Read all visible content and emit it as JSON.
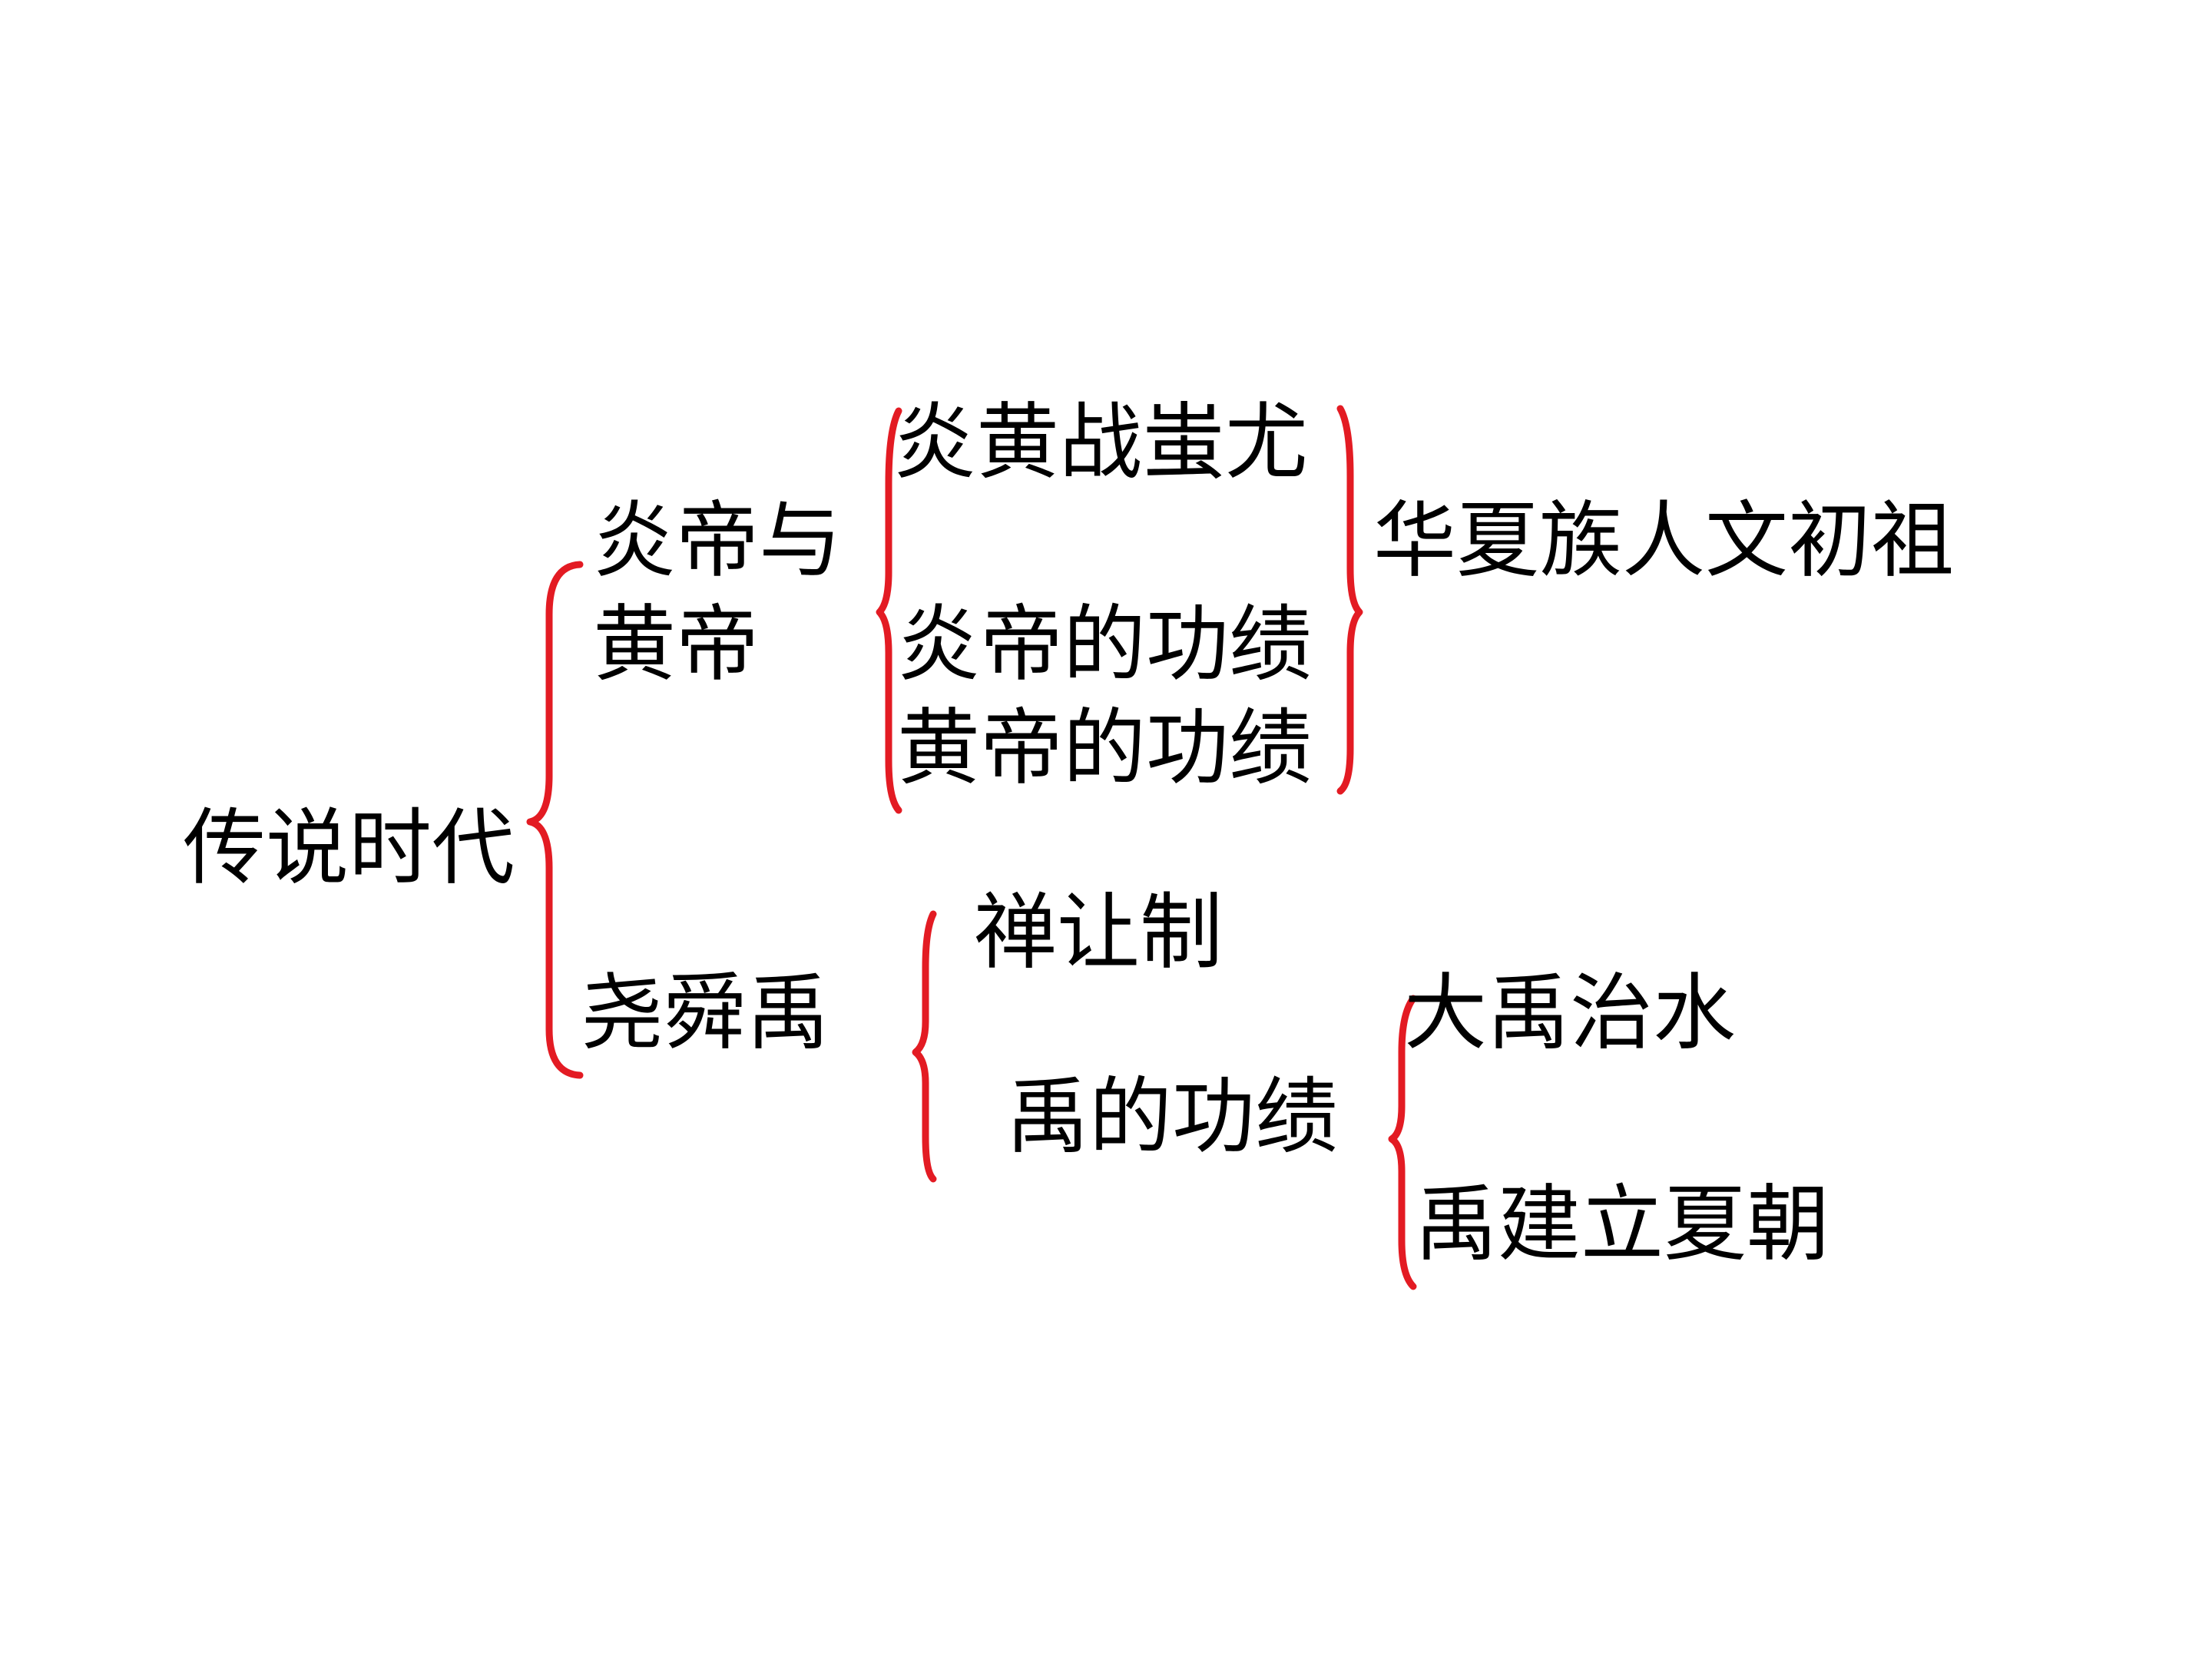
{
  "background": "#ffffff",
  "text_color": "#000000",
  "brace_color": "#e31b23",
  "nodes": {
    "root": "传说时代",
    "yan_huang_line1": "炎帝与",
    "yan_huang_line2": "黄帝",
    "battle": "炎黄战蚩尤",
    "yan_merits": "炎帝的功绩",
    "huang_merits": "黄帝的功绩",
    "ancestors": "华夏族人文初祖",
    "yao_shun_yu": "尧舜禹",
    "abdication": "禅让制",
    "yu_merits": "禹的功绩",
    "flood_control": "大禹治水",
    "xia_dynasty": "禹建立夏朝"
  }
}
